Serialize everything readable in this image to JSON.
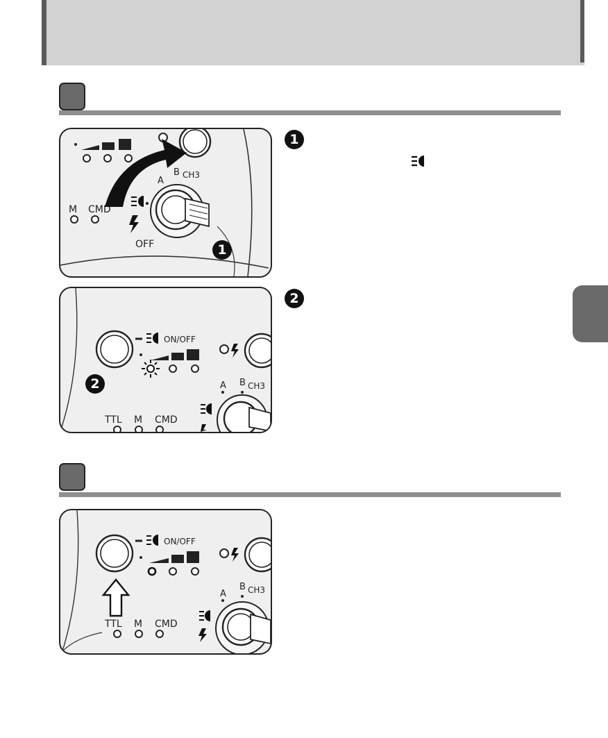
{
  "steps": {
    "step1": "1",
    "step2": "2"
  },
  "panel1": {
    "labels": {
      "mode_m": "M",
      "mode_cmd": "CMD",
      "pos_a": "A",
      "pos_b": "B",
      "channel": "CH3",
      "off": "OFF",
      "callout": "1"
    }
  },
  "panel2": {
    "labels": {
      "on_off": "ON/OFF",
      "ttl": "TTL",
      "mode_m": "M",
      "mode_cmd": "CMD",
      "pos_a": "A",
      "pos_b": "B",
      "channel": "CH3",
      "callout": "2"
    }
  },
  "panel3": {
    "labels": {
      "on_off": "ON/OFF",
      "ttl": "TTL",
      "mode_m": "M",
      "mode_cmd": "CMD",
      "pos_a": "A",
      "pos_b": "B",
      "channel": "CH3"
    }
  },
  "icons": {
    "modeling_light": "modeling-light-icon",
    "flash": "flash-icon",
    "arrow": "curved-arrow-icon",
    "press": "up-arrow-icon",
    "blink": "blinking-led-icon"
  }
}
